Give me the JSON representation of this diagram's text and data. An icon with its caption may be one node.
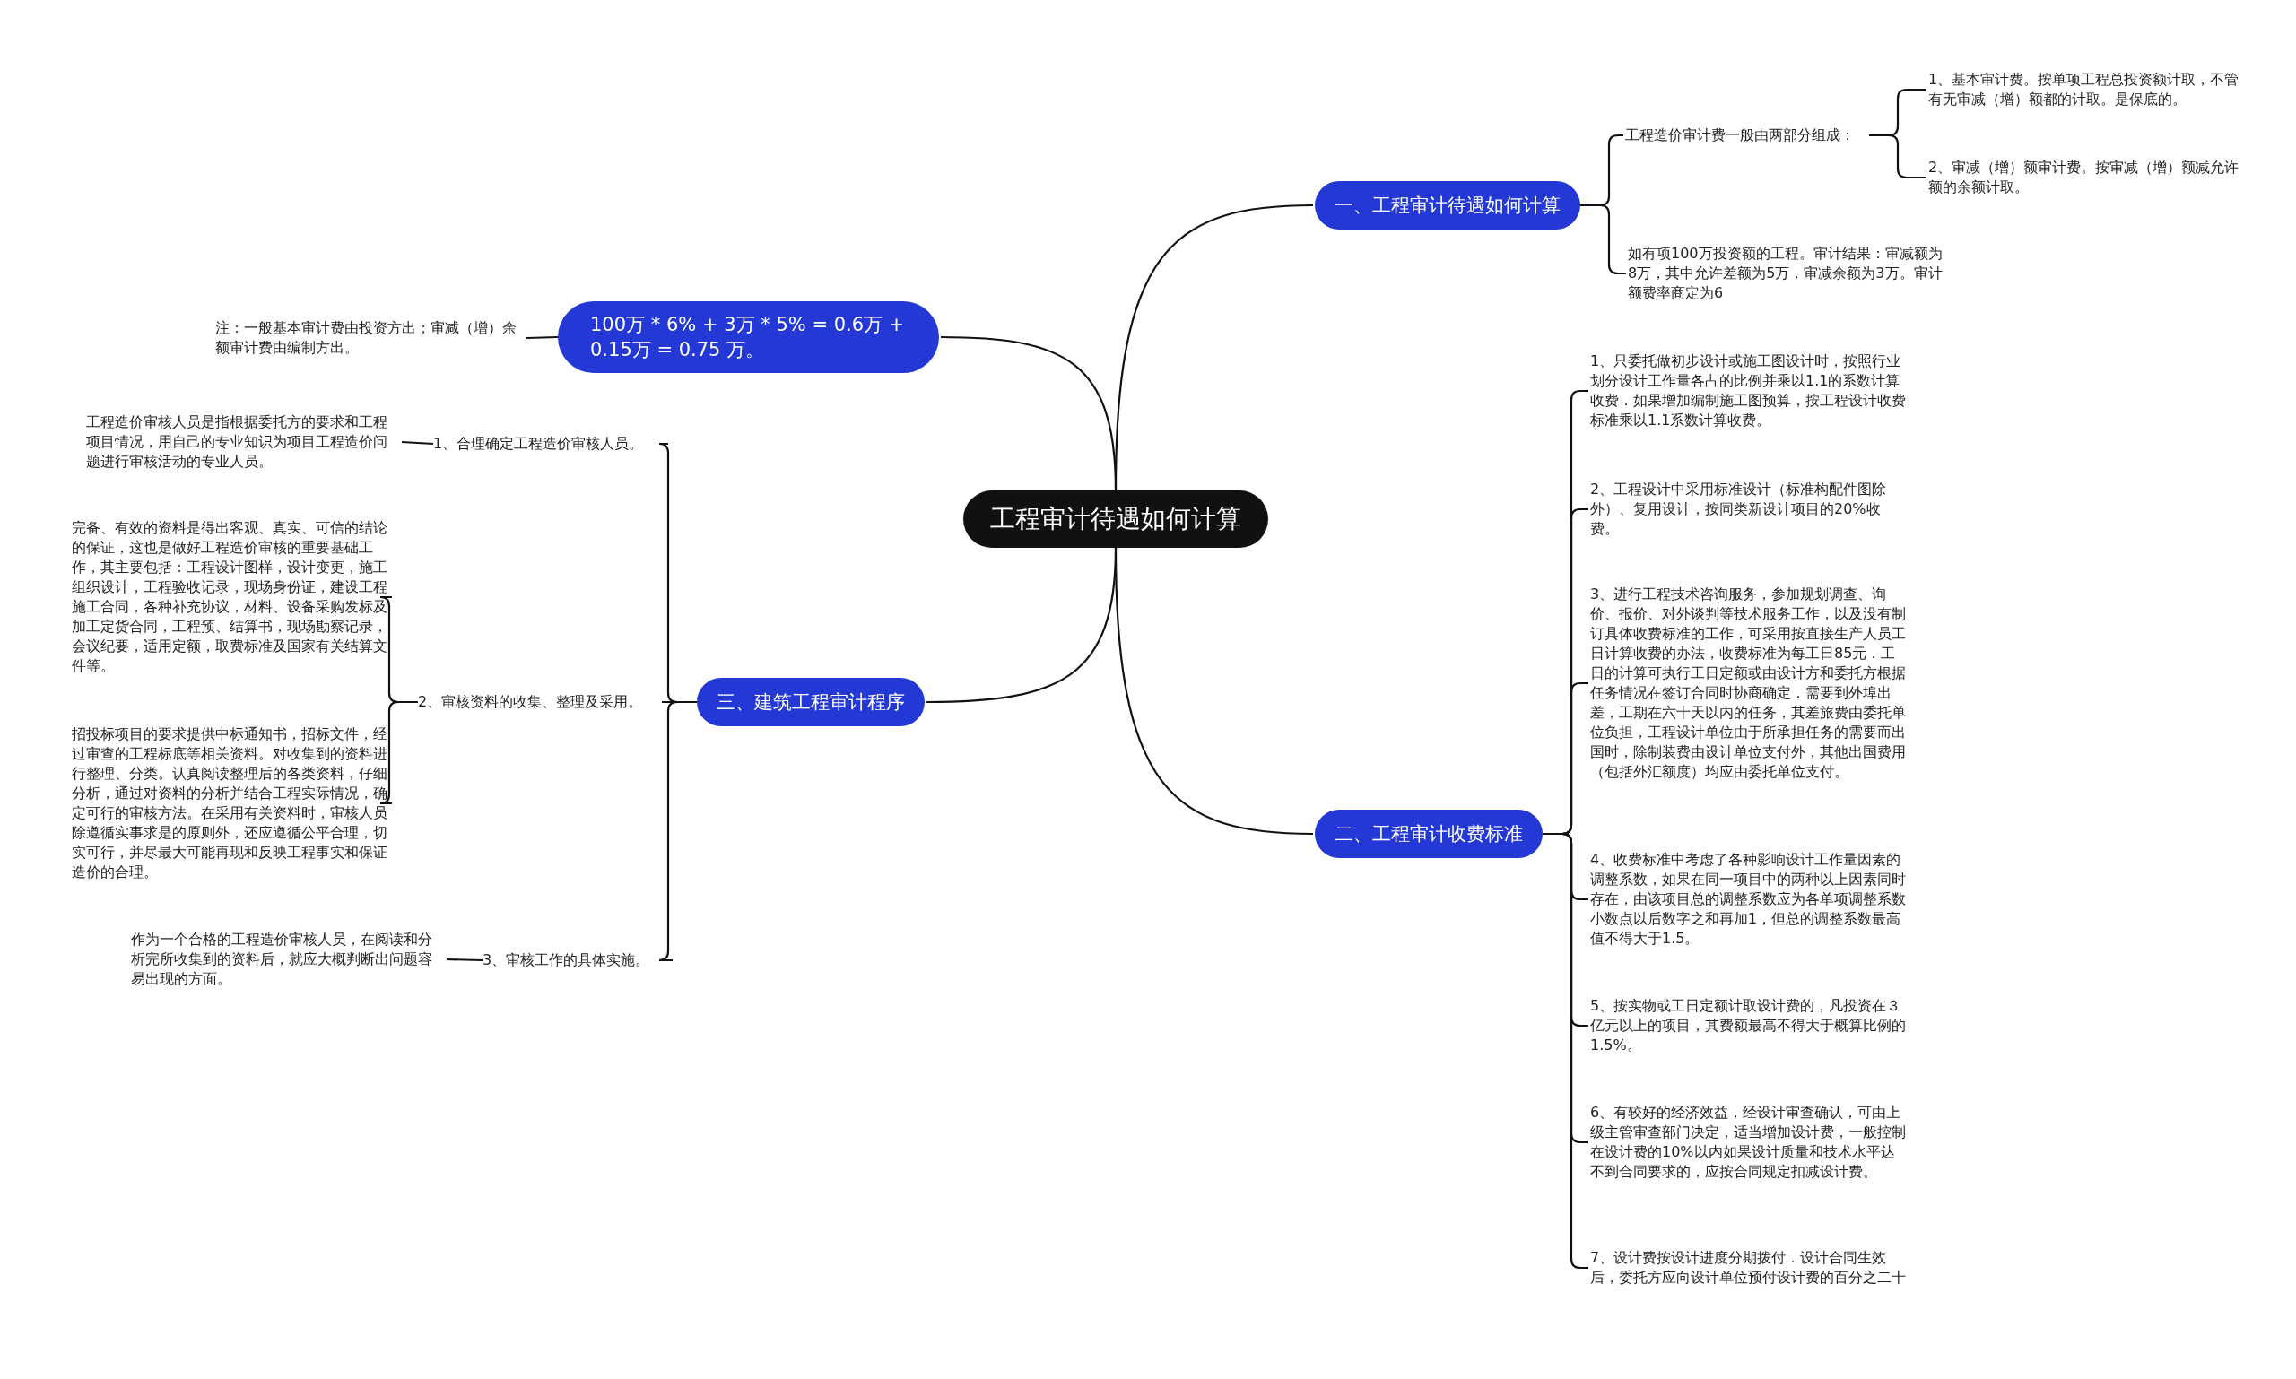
{
  "diagram": {
    "nodes": [
      {
        "text": [
          "工程审计待遇如何计算"
        ]
      },
      {
        "text": [
          "一、工程审计待遇如何计算"
        ]
      },
      {
        "text": [
          "工程造价审计费一般由两部分组成："
        ]
      },
      {
        "text": [
          "1、基本审计费。按单项工程总投资额计取，不管有无审减（增）额都的计取。是保底的。"
        ]
      },
      {
        "text": [
          "2、审减（增）额审计费。按审减（增）额减允许额的余额计取。"
        ]
      },
      {
        "text": [
          "如有项100万投资额的工程。审计结果：审减额为8万，其中允许差额为5万，审减余额为3万。审计额费率商定为6"
        ]
      },
      {
        "text": [
          "100万 * 6% + 3万 * 5% = 0.6万 + 0.15万 = 0.75 万。"
        ]
      },
      {
        "text": [
          "注：一般基本审计费由投资方出；审减（增）余额审计费由编制方出。"
        ]
      },
      {
        "text": [
          "三、建筑工程审计程序"
        ]
      },
      {
        "text": [
          "1、合理确定工程造价审核人员。"
        ]
      },
      {
        "text": [
          "工程造价审核人员是指根据委托方的要求和工程项目情况，用自己的专业知识为项目工程造价问题进行审核活动的专业人员。"
        ]
      },
      {
        "text": [
          "2、审核资料的收集、整理及采用。"
        ]
      },
      {
        "text": [
          "完备、有效的资料是得出客观、真实、可信的结论的保证，这也是做好工程造价审核的重要基础工作，其主要包括：工程设计图样，设计变更，施工组织设计，工程验收记录，现场身份证，建设工程施工合同，各种补充协议，材料、设备采购发标及加工定货合同，工程预、结算书，现场勘察记录，会议纪要，适用定额，取费标准及国家有关结算文件等。"
        ]
      },
      {
        "text": [
          "招投标项目的要求提供中标通知书，招标文件，经过审查的工程标底等相关资料。对收集到的资料进行整理、分类。认真阅读整理后的各类资料，仔细分析，通过对资料的分析并结合工程实际情况，确定可行的审核方法。在采用有关资料时，审核人员除遵循实事求是的原则外，还应遵循公平合理，切实可行，并尽最大可能再现和反映工程事实和保证造价的合理。"
        ]
      },
      {
        "text": [
          "3、审核工作的具体实施。"
        ]
      },
      {
        "text": [
          "作为一个合格的工程造价审核人员，在阅读和分析完所收集到的资料后，就应大概判断出问题容易出现的方面。"
        ]
      },
      {
        "text": [
          "二、工程审计收费标准"
        ]
      },
      {
        "text": [
          "1、只委托做初步设计或施工图设计时，按照行业划分设计工作量各占的比例并乘以1.1的系数计算收费．如果增加编制施工图预算，按工程设计收费标准乘以1.1系数计算收费。"
        ]
      },
      {
        "text": [
          "2、工程设计中采用标准设计（标准构配件图除外）、复用设计，按同类新设计项目的20%收费。"
        ]
      },
      {
        "text": [
          "3、进行工程技术咨询服务，参加规划调查、询价、报价、对外谈判等技术服务工作，以及没有制订具体收费标准的工作，可采用按直接生产人员工日计算收费的办法，收费标准为每工日85元．工日的计算可执行工日定额或由设计方和委托方根据任务情况在签订合同时协商确定．需要到外埠出差，工期在六十天以内的任务，其差旅费由委托单位负担，工程设计单位由于所承担任务的需要而出国时，除制装费由设计单位支付外，其他出国费用（包括外汇额度）均应由委托单位支付。"
        ]
      },
      {
        "text": [
          "4、收费标准中考虑了各种影响设计工作量因素的调整系数，如果在同一项目中的两种以上因素同时存在，由该项目总的调整系数应为各单项调整系数小数点以后数字之和再加1，但总的调整系数最高值不得大于1.5。"
        ]
      },
      {
        "text": [
          "5、按实物或工日定额计取设计费的，凡投资在３亿元以上的项目，其费额最高不得大于概算比例的1.5%。"
        ]
      },
      {
        "text": [
          "6、有较好的经济效益，经设计审查确认，可由上级主管审查部门决定，适当增加设计费，一般控制在设计费的10%以内如果设计质量和技术水平达不到合同要求的，应按合同规定扣减设计费。"
        ]
      },
      {
        "text": [
          "7、设计费按设计进度分期拨付．设计合同生效后，委托方应向设计单位预付设计费的百分之二十"
        ]
      }
    ],
    "edges": [
      {
        "from": 0,
        "to": 1,
        "arrow": "none"
      },
      {
        "from": 1,
        "to": 2,
        "arrow": "none"
      },
      {
        "from": 2,
        "to": 3,
        "arrow": "none"
      },
      {
        "from": 2,
        "to": 4,
        "arrow": "none"
      },
      {
        "from": 1,
        "to": 5,
        "arrow": "none"
      },
      {
        "from": 0,
        "to": 6,
        "arrow": "none"
      },
      {
        "from": 6,
        "to": 7,
        "arrow": "none"
      },
      {
        "from": 0,
        "to": 8,
        "arrow": "none"
      },
      {
        "from": 8,
        "to": 9,
        "arrow": "none"
      },
      {
        "from": 9,
        "to": 10,
        "arrow": "none"
      },
      {
        "from": 8,
        "to": 11,
        "arrow": "none"
      },
      {
        "from": 11,
        "to": 12,
        "arrow": "none"
      },
      {
        "from": 11,
        "to": 13,
        "arrow": "none"
      },
      {
        "from": 8,
        "to": 14,
        "arrow": "none"
      },
      {
        "from": 14,
        "to": 15,
        "arrow": "none"
      },
      {
        "from": 0,
        "to": 16,
        "arrow": "none"
      },
      {
        "from": 16,
        "to": 17,
        "arrow": "none"
      },
      {
        "from": 16,
        "to": 18,
        "arrow": "none"
      },
      {
        "from": 16,
        "to": 19,
        "arrow": "none"
      },
      {
        "from": 16,
        "to": 20,
        "arrow": "none"
      },
      {
        "from": 16,
        "to": 21,
        "arrow": "none"
      },
      {
        "from": 16,
        "to": 22,
        "arrow": "none"
      },
      {
        "from": 16,
        "to": 23,
        "arrow": "none"
      }
    ]
  }
}
